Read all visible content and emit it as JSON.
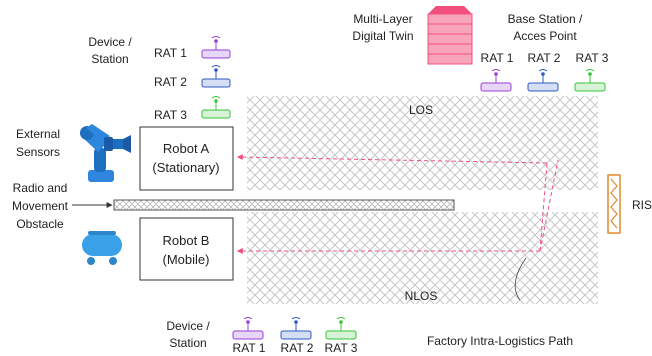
{
  "device_station_top": {
    "line1": "Device /",
    "line2": "Station"
  },
  "device_station_bottom": {
    "line1": "Device /",
    "line2": "Station"
  },
  "rat_labels": {
    "rat1": "RAT 1",
    "rat2": "RAT 2",
    "rat3": "RAT 3"
  },
  "digital_twin": {
    "line1": "Multi-Layer",
    "line2": "Digital Twin"
  },
  "base_station": {
    "line1": "Base Station /",
    "line2": "Acces Point"
  },
  "external_sensors": {
    "line1": "External",
    "line2": "Sensors"
  },
  "obstacle": {
    "line1": "Radio and",
    "line2": "Movement",
    "line3": "Obstacle"
  },
  "robot_a": {
    "line1": "Robot A",
    "line2": "(Stationary)"
  },
  "robot_b": {
    "line1": "Robot B",
    "line2": "(Mobile)"
  },
  "zones": {
    "los": "LOS",
    "nlos": "NLOS"
  },
  "ris_label": "RIS",
  "path_label": "Factory Intra-Logistics Path",
  "colors": {
    "rat1": "#9b3fd6",
    "rat2": "#2d58c4",
    "rat3": "#37c437",
    "twin": "#f24f7c",
    "path": "#f24f7c",
    "ris": "#e08a2c",
    "robot_arm": "#2e86de",
    "cart": "#3aa0e8",
    "hatch": "#c6c6c6"
  }
}
